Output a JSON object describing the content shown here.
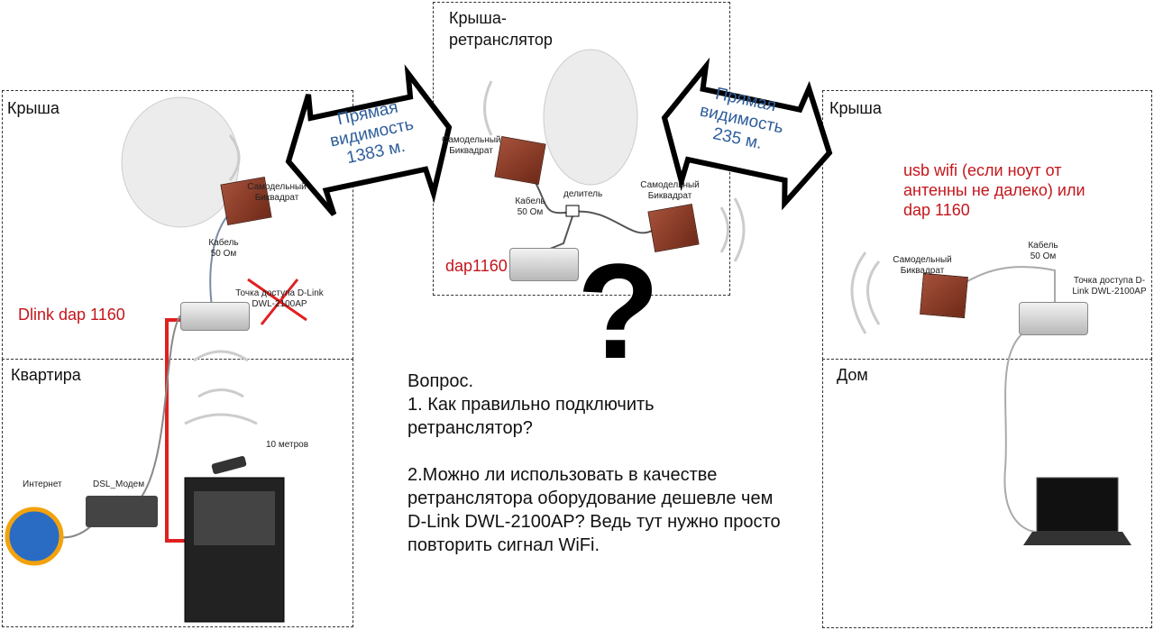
{
  "left_roof": {
    "title": "Крыша",
    "biquad": "Самодельный Биквадрат",
    "cable": "Кабель 50 Ом",
    "ap": "Точка доступа D-Link DWL-2100AP",
    "replacement": "Dlink dap 1160"
  },
  "left_apartment": {
    "title": "Квартира",
    "internet": "Интернет",
    "modem": "DSL_Модем",
    "distance": "10 метров"
  },
  "repeater": {
    "title": "Крыша-ретранслятор",
    "biquad_left": "Самодельный Биквадрат",
    "biquad_right": "Самодельный Биквадрат",
    "cable": "Кабель 50 Ом",
    "splitter": "делитель",
    "device": "dap1160"
  },
  "link_left": {
    "text": "Прямая видимость 1383 м."
  },
  "link_right": {
    "text": "Прямая видимость 235 м."
  },
  "right_roof": {
    "title": "Крыша",
    "note": "usb wifi (если ноут от антенны не далеко) или dap 1160",
    "biquad": "Самодельный Биквадрат",
    "cable": "Кабель 50 Ом",
    "ap": "Точка доступа D-Link DWL-2100AP"
  },
  "right_home": {
    "title": "Дом"
  },
  "question": {
    "mark": "?",
    "heading": "Вопрос.",
    "q1": "1. Как правильно подключить ретранслятор?",
    "q2": "2.Можно ли использовать в качестве ретранслятора оборудование дешевле чем D-Link DWL-2100AP? Ведь тут нужно просто повторить сигнал WiFi."
  },
  "colors": {
    "red": "#c4161c",
    "blue": "#2f5e9a",
    "cable_red": "#e02020"
  }
}
